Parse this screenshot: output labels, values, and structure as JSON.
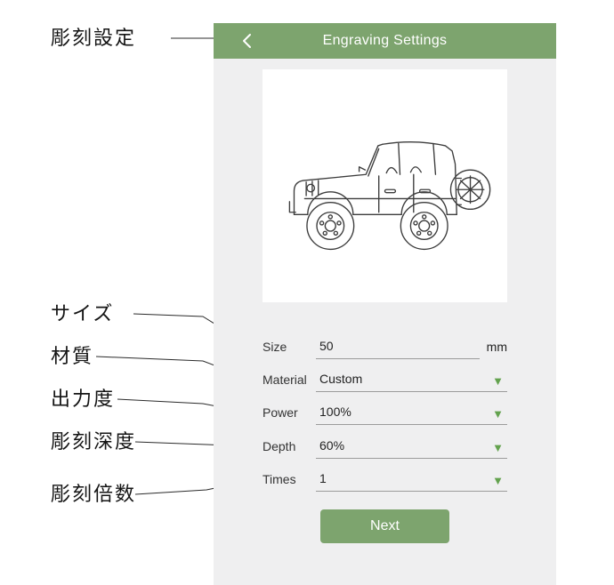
{
  "annotations": {
    "header_label": "彫刻設定",
    "field_labels": [
      "サイズ",
      "材質",
      "出力度",
      "彫刻深度",
      "彫刻倍数"
    ]
  },
  "app": {
    "header": {
      "title": "Engraving Settings",
      "back_icon": "chevron-left-icon"
    },
    "preview": {
      "alt": "off-road vehicle line drawing"
    },
    "form": {
      "caret_glyph": "▼",
      "rows": [
        {
          "label": "Size",
          "value": "50",
          "suffix": "mm",
          "type": "text-input"
        },
        {
          "label": "Material",
          "value": "Custom",
          "type": "dropdown"
        },
        {
          "label": "Power",
          "value": "100%",
          "type": "dropdown"
        },
        {
          "label": "Depth",
          "value": "60%",
          "type": "dropdown"
        },
        {
          "label": "Times",
          "value": "1",
          "type": "dropdown"
        }
      ]
    },
    "next_button_label": "Next",
    "colors": {
      "accent_green": "#7DA46E",
      "panel_bg": "#EFEFF0",
      "caret_green": "#63A24E"
    }
  }
}
